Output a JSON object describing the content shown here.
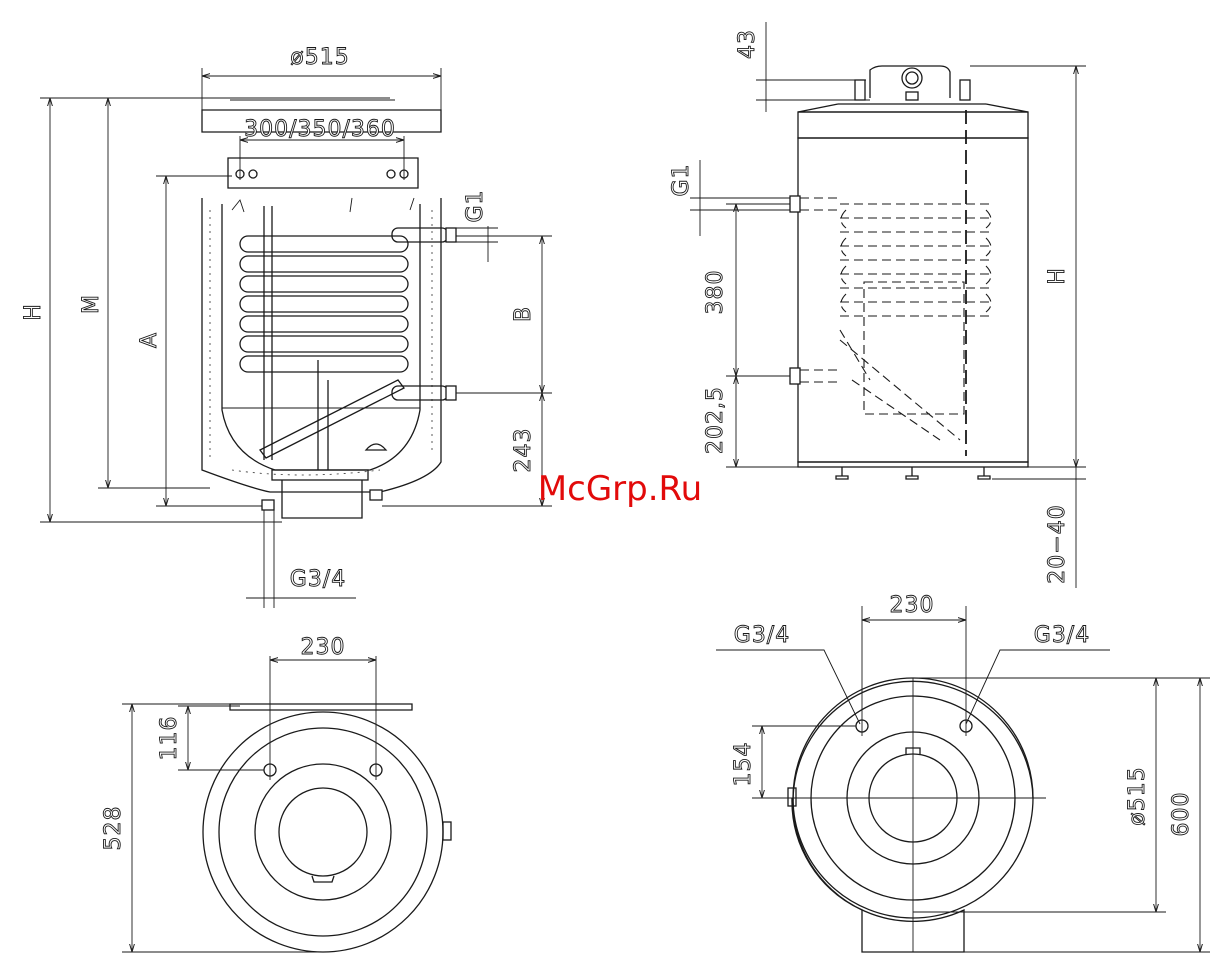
{
  "watermark": "McGrp.Ru",
  "front_view": {
    "dia_label": "ø515",
    "bracket_label": "300/350/360",
    "g1_label": "G1",
    "g34_label": "G3/4",
    "h_label": "H",
    "m_label": "M",
    "a_label": "A",
    "b_label": "B",
    "d243_label": "243"
  },
  "side_view": {
    "d43_label": "43",
    "g1_label": "G1",
    "d380_label": "380",
    "d2025_label": "202,5",
    "h_label": "H",
    "d2040_label": "20−40"
  },
  "bottom_view_left": {
    "d230_label": "230",
    "d116_label": "116",
    "d528_label": "528"
  },
  "bottom_view_right": {
    "d230_label": "230",
    "g34_left_label": "G3/4",
    "g34_right_label": "G3/4",
    "d154_label": "154",
    "dia_label": "ø515",
    "d600_label": "600"
  }
}
